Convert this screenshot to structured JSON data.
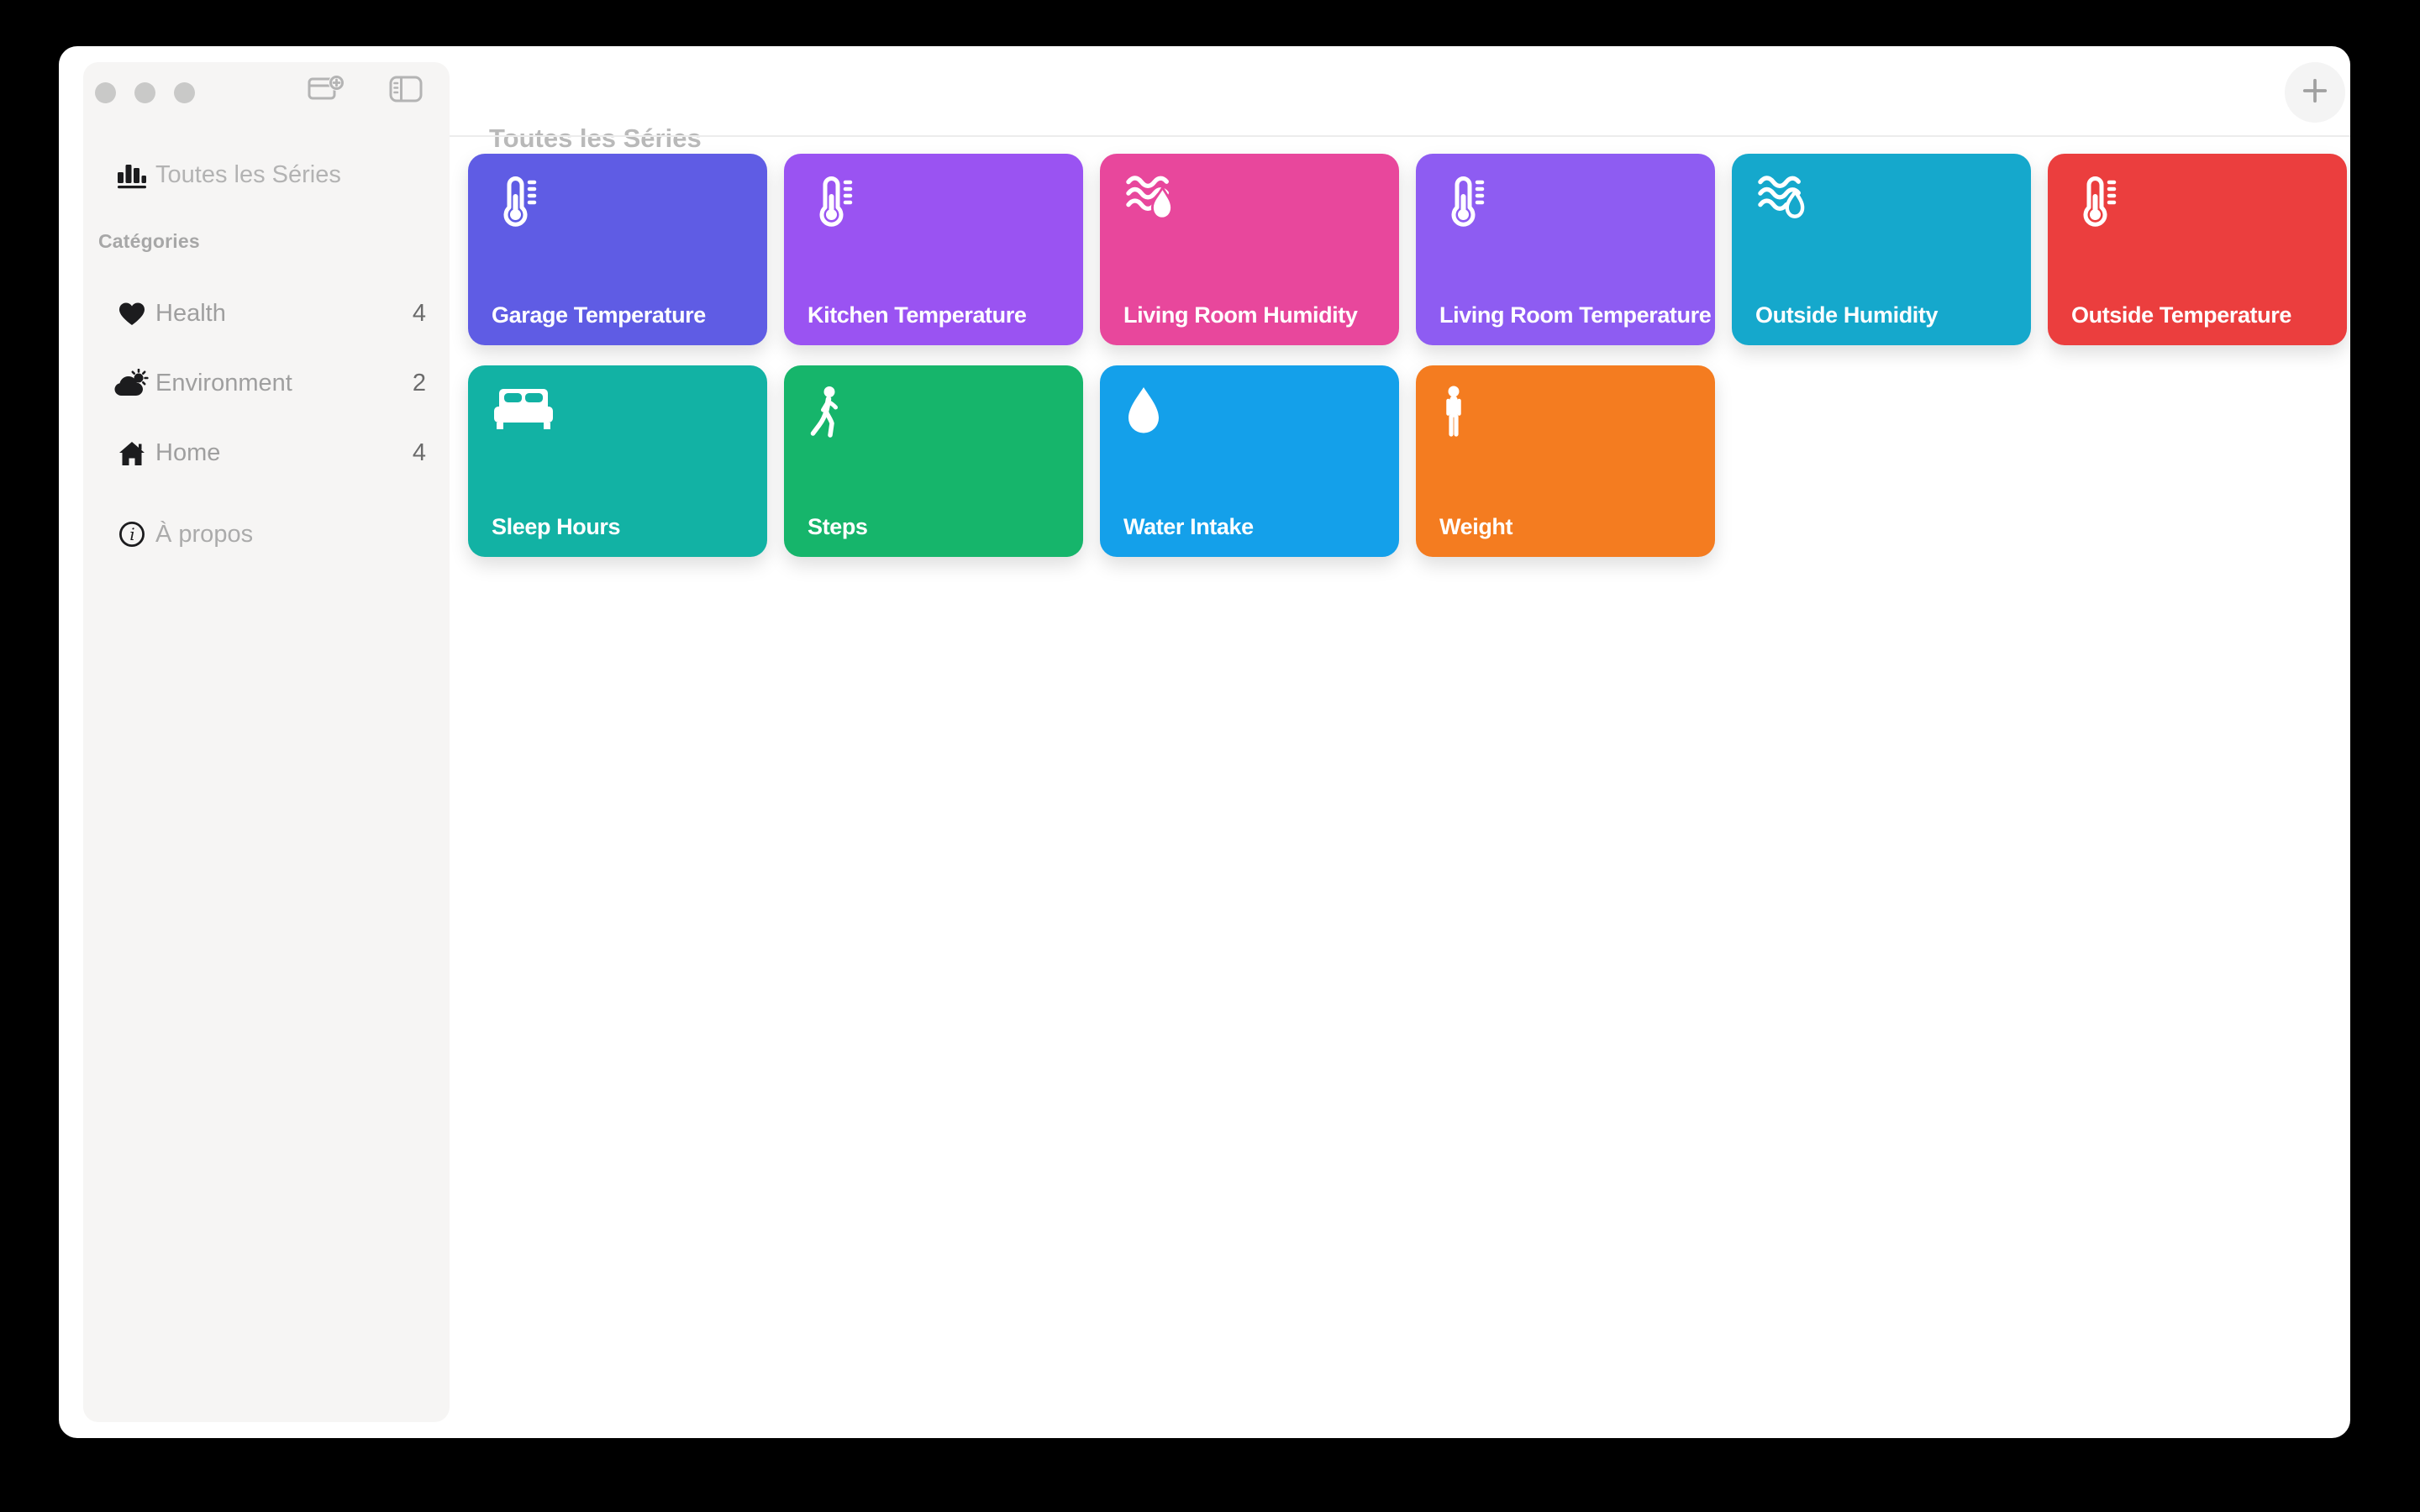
{
  "window": {
    "traffic_lights": [
      "close",
      "minimize",
      "zoom"
    ],
    "toolbar_icons": [
      {
        "name": "new-folder-icon"
      },
      {
        "name": "toggle-sidebar-icon"
      }
    ]
  },
  "sidebar": {
    "all_series": {
      "label": "Toutes les Séries",
      "icon": "bar-chart"
    },
    "section_header": "Catégories",
    "categories": [
      {
        "label": "Health",
        "count": "4",
        "icon": "heart"
      },
      {
        "label": "Environment",
        "count": "2",
        "icon": "cloud-sun"
      },
      {
        "label": "Home",
        "count": "4",
        "icon": "house"
      }
    ],
    "about": {
      "label": "À propos",
      "icon": "info-circle"
    }
  },
  "main": {
    "title": "Toutes les Séries",
    "add_button": {
      "icon": "plus"
    },
    "cards": [
      {
        "label": "Garage Temperature",
        "icon": "thermometer",
        "color": "#5f5ce4"
      },
      {
        "label": "Kitchen Temperature",
        "icon": "thermometer",
        "color": "#9a53f2"
      },
      {
        "label": "Living Room Humidity",
        "icon": "humidity-fill",
        "color": "#e8479c"
      },
      {
        "label": "Living Room Temperature",
        "icon": "thermometer",
        "color": "#8e5cf2"
      },
      {
        "label": "Outside Humidity",
        "icon": "humidity-outline",
        "color": "#15a8cc"
      },
      {
        "label": "Outside Temperature",
        "icon": "thermometer",
        "color": "#eb3e3e"
      },
      {
        "label": "Sleep Hours",
        "icon": "bed",
        "color": "#12b2a4"
      },
      {
        "label": "Steps",
        "icon": "figure-walk",
        "color": "#16b56b"
      },
      {
        "label": "Water Intake",
        "icon": "drop",
        "color": "#14a0ea"
      },
      {
        "label": "Weight",
        "icon": "figure-stand",
        "color": "#f47c20"
      }
    ]
  }
}
